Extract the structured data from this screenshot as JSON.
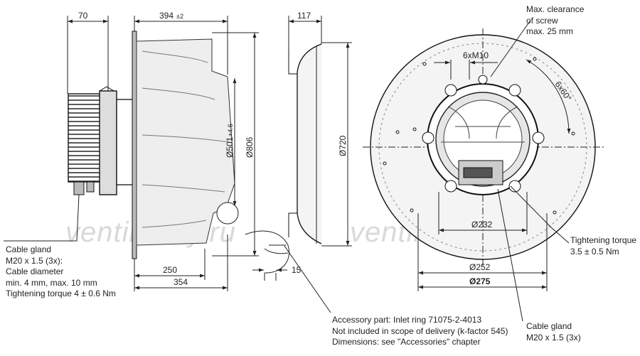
{
  "watermarks": [
    "ventilatory.ru",
    "ventilatory.ru"
  ],
  "dimensions": {
    "d70": "70",
    "d394": "394",
    "d394_tol": "±2",
    "d117": "117",
    "d501": "Ø501",
    "d501_tol": "+4.6",
    "d806": "Ø806",
    "d720": "Ø720",
    "d250": "250",
    "d354": "354",
    "d15": "15",
    "d232": "Ø232",
    "d252": "Ø252",
    "d275": "Ø275",
    "d6xM10": "6xM10",
    "d6x60": "6x60°"
  },
  "notes": {
    "screw_clearance": [
      "Max. clearance",
      "of screw",
      "max. 25 mm"
    ],
    "cable_gland_left": [
      "Cable gland",
      "M20 x 1.5 (3x):",
      "Cable diameter",
      "min. 4 mm, max. 10 mm",
      "Tightening torque 4 ± 0.6 Nm"
    ],
    "tightening_torque": [
      "Tightening torque",
      "3.5 ± 0.5 Nm"
    ],
    "accessory": [
      "Accessory part: Inlet ring 71075-2-4013",
      "Not included in scope of delivery (k-factor 545)",
      "Dimensions: see \"Accessories\" chapter"
    ],
    "cable_gland_bottom": [
      "Cable gland",
      "M20 x 1.5 (3x)"
    ]
  }
}
